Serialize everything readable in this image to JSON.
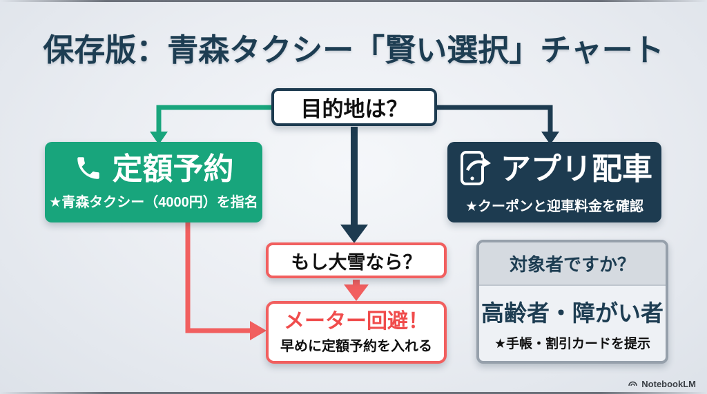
{
  "title": "保存版：青森タクシー「賢い選択」チャート",
  "flowchart": {
    "destination": {
      "label": "目的地は？"
    },
    "fixed_price": {
      "label": "定額予約",
      "note": "★青森タクシー（4000円）を指名",
      "icon": "phone-icon",
      "color": "#18a57c"
    },
    "app_dispatch": {
      "label": "アプリ配車",
      "note": "★クーポンと迎車料金を確認",
      "icon": "smartphone-share-icon",
      "color": "#1d3b50"
    },
    "heavy_snow": {
      "label": "もし大雪なら？"
    },
    "meter_avoidance": {
      "label": "メーター回避！",
      "note": "早めに定額予約を入れる"
    },
    "eligibility": {
      "header": "対象者ですか？",
      "label": "高齢者・障がい者",
      "note": "★手帳・割引カードを提示"
    },
    "edges": [
      {
        "from": "destination",
        "to": "fixed_price",
        "color": "#18a57c"
      },
      {
        "from": "destination",
        "to": "app_dispatch",
        "color": "#1d3b50"
      },
      {
        "from": "destination",
        "to": "heavy_snow",
        "color": "#1d3b50"
      },
      {
        "from": "heavy_snow",
        "to": "meter_avoidance",
        "color": "#f15f5f"
      },
      {
        "from": "fixed_price",
        "to": "meter_avoidance",
        "color": "#f15f5f"
      }
    ]
  },
  "colors": {
    "title": "#1d3d52",
    "green": "#18a57c",
    "navy": "#1d3b50",
    "red": "#f15f5f",
    "gray_border": "#96a0ab",
    "background": "#e9edf2"
  },
  "watermark": {
    "label": "NotebookLM"
  }
}
